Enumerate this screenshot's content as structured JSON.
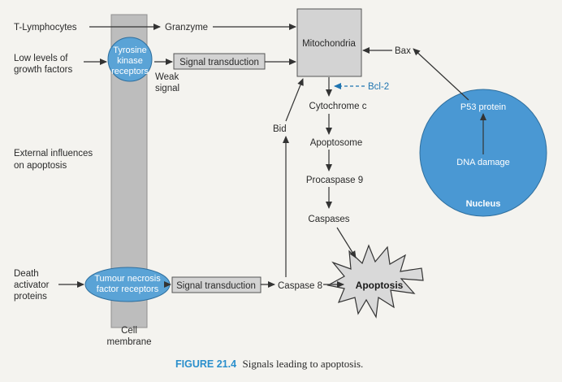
{
  "labels": {
    "t_lymphocytes": "T-Lymphocytes",
    "low_growth_1": "Low levels of",
    "low_growth_2": "growth factors",
    "external_1": "External influences",
    "external_2": "on apoptosis",
    "death_1": "Death",
    "death_2": "activator",
    "death_3": "proteins",
    "granzyme": "Granzyme",
    "tyrosine_1": "Tyrosine",
    "tyrosine_2": "kinase",
    "tyrosine_3": "receptors",
    "signal_transduction_top": "Signal transduction",
    "weak_1": "Weak",
    "weak_2": "signal",
    "mitochondria": "Mitochondria",
    "bax": "Bax",
    "bcl2": "Bcl-2",
    "cytochrome_c": "Cytochrome c",
    "bid": "Bid",
    "apoptosome": "Apoptosome",
    "procaspase_9": "Procaspase 9",
    "caspases": "Caspases",
    "apoptosis": "Apoptosis",
    "p53": "P53 protein",
    "dna_damage": "DNA damage",
    "nucleus": "Nucleus",
    "tnf_1": "Tumour necrosis",
    "tnf_2": "factor receptors",
    "signal_transduction_bottom": "Signal transduction",
    "caspase_8": "Caspase 8",
    "membrane_1": "Cell",
    "membrane_2": "membrane"
  },
  "caption": {
    "label": "FIGURE 21.4",
    "text": "Signals leading to apoptosis."
  },
  "colors": {
    "membrane": "#bdbdbd",
    "receptor": "#5aa3d6",
    "nucleus": "#4a98d3",
    "box": "#d3d3d3",
    "bcl2": "#1f74b0",
    "caption_label": "#2a8fcc"
  }
}
